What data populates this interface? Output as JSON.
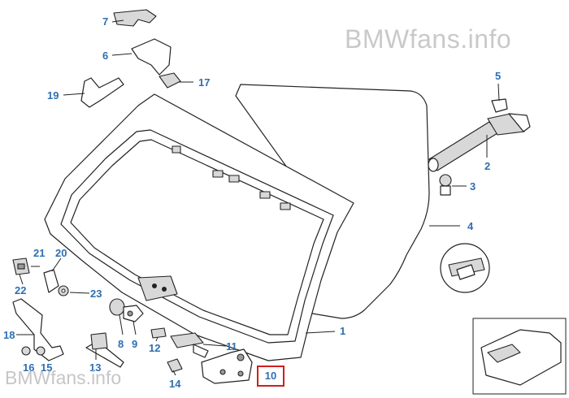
{
  "watermark": {
    "top": "BMWfans.info",
    "bottom": "BMWfans.info"
  },
  "colors": {
    "label": "#2e6fb3",
    "highlight": "#d21e1e",
    "line": "#222222"
  },
  "highlighted_part": "10",
  "labels": {
    "p1": "1",
    "p2": "2",
    "p3": "3",
    "p4": "4",
    "p5": "5",
    "p6": "6",
    "p7": "7",
    "p8": "8",
    "p9": "9",
    "p10": "10",
    "p11": "11",
    "p12": "12",
    "p13": "13",
    "p14": "14",
    "p15": "15",
    "p16": "16",
    "p17": "17",
    "p18": "18",
    "p19": "19",
    "p20": "20",
    "p21": "21",
    "p22": "22",
    "p23": "23"
  }
}
